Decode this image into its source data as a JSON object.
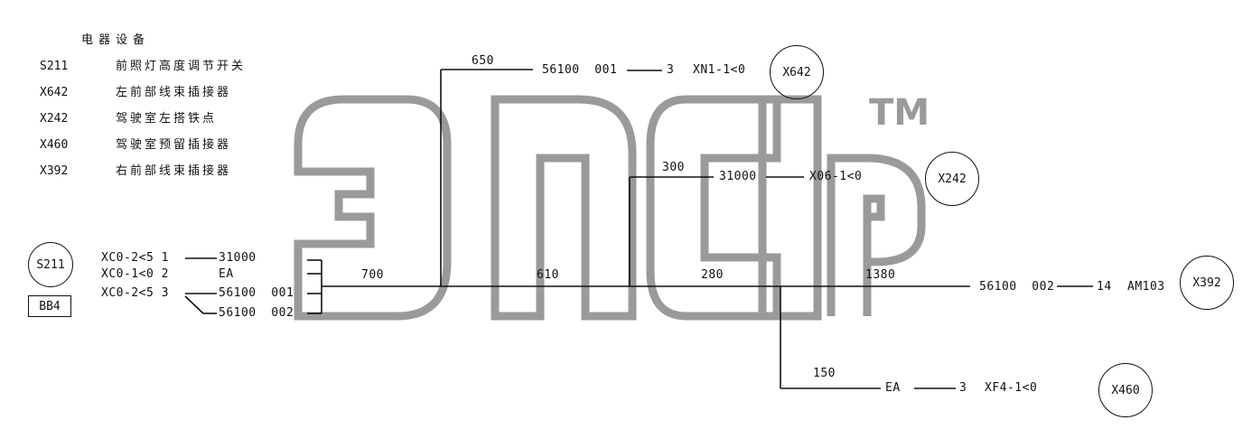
{
  "legend": {
    "title": "电器设备",
    "items": [
      {
        "code": "S211",
        "desc": "前照灯高度调节开关"
      },
      {
        "code": "X642",
        "desc": "左前部线束插接器"
      },
      {
        "code": "X242",
        "desc": "驾驶室左搭铁点"
      },
      {
        "code": "X460",
        "desc": "驾驶室预留插接器"
      },
      {
        "code": "X392",
        "desc": "右前部线束插接器"
      }
    ]
  },
  "devices": {
    "s211": "S211",
    "bb4": "BB4",
    "x642": "X642",
    "x242": "X242",
    "x460": "X460",
    "x392": "X392"
  },
  "source_pins": [
    {
      "pin": "XC0-2<5 1",
      "wire": "31000"
    },
    {
      "pin": "XC0-1<0 2",
      "wire": "EA"
    },
    {
      "pin": "XC0-2<5 3",
      "wire": "56100  001"
    },
    {
      "pin": "",
      "wire": "56100  002"
    }
  ],
  "segments": {
    "s700": "700",
    "s610": "610",
    "s280": "280",
    "s1380": "1380",
    "s650": "650",
    "s300": "300",
    "s150": "150"
  },
  "branches": {
    "x642": {
      "wire": "56100  001",
      "pin": "3",
      "conn": "XN1-1<0"
    },
    "x242": {
      "wire": "31000",
      "conn": "X06-1<0"
    },
    "x392": {
      "wire": "56100  002",
      "pin": "14",
      "conn": "AM103"
    },
    "x460": {
      "wire": "EA",
      "pin": "3",
      "conn": "XF4-1<0"
    }
  },
  "watermark": {
    "text": "TM"
  }
}
